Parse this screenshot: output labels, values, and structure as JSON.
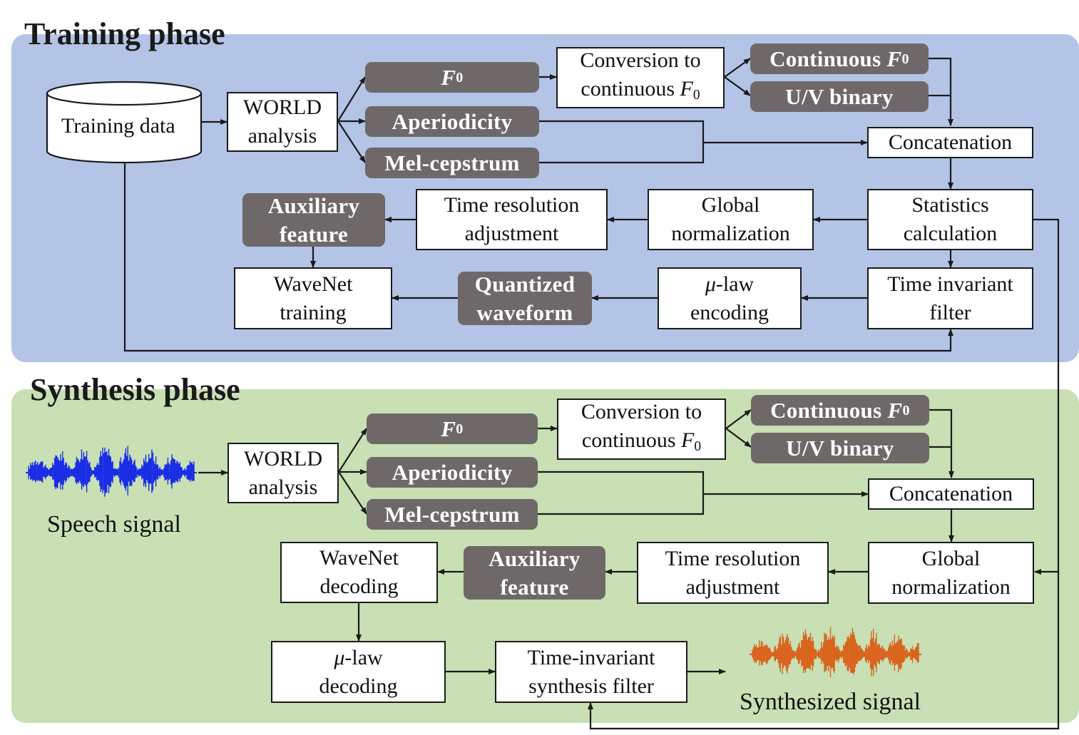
{
  "training": {
    "title": "Training phase",
    "training_data": "Training data",
    "world_analysis": "WORLD\nanalysis",
    "f0": "F",
    "f0_sub": "0",
    "aperiodicity": "Aperiodicity",
    "mel_cepstrum": "Mel-cepstrum",
    "conversion_line1": "Conversion to",
    "conversion_line2": "continuous ",
    "conversion_var": "F",
    "conversion_sub": "0",
    "continuous_f0": "Continuous ",
    "continuous_f0_var": "F",
    "continuous_f0_sub": "0",
    "uv_binary": "U/V binary",
    "concatenation": "Concatenation",
    "statistics": "Statistics\ncalculation",
    "global_norm": "Global\nnormalization",
    "time_res": "Time resolution\nadjustment",
    "aux_feature": "Auxiliary\nfeature",
    "wavenet_training": "WaveNet\ntraining",
    "quantized": "Quantized\nwaveform",
    "mulaw_mu": "μ",
    "mulaw_rest": "-law",
    "mulaw_line2": "encoding",
    "tif": "Time invariant\nfilter"
  },
  "synthesis": {
    "title": "Synthesis phase",
    "speech_signal": "Speech signal",
    "world_analysis": "WORLD\nanalysis",
    "f0": "F",
    "f0_sub": "0",
    "aperiodicity": "Aperiodicity",
    "mel_cepstrum": "Mel-cepstrum",
    "conversion_line1": "Conversion to",
    "conversion_line2": "continuous ",
    "conversion_var": "F",
    "conversion_sub": "0",
    "continuous_f0": "Continuous ",
    "continuous_f0_var": "F",
    "continuous_f0_sub": "0",
    "uv_binary": "U/V binary",
    "concatenation": "Concatenation",
    "global_norm": "Global\nnormalization",
    "time_res": "Time resolution\nadjustment",
    "aux_feature": "Auxiliary\nfeature",
    "wavenet_decoding": "WaveNet\ndecoding",
    "mulaw_mu": "μ",
    "mulaw_rest": "-law",
    "mulaw_line2": "decoding",
    "tisf": "Time-invariant\nsynthesis filter",
    "synthesized_signal": "Synthesized signal"
  },
  "colors": {
    "training_bg": "#b3c4e6",
    "synthesis_bg": "#c8e0b4",
    "dark_box": "#6f6868",
    "speech_wave": "#1a2ee6",
    "synth_wave": "#d9651e"
  }
}
